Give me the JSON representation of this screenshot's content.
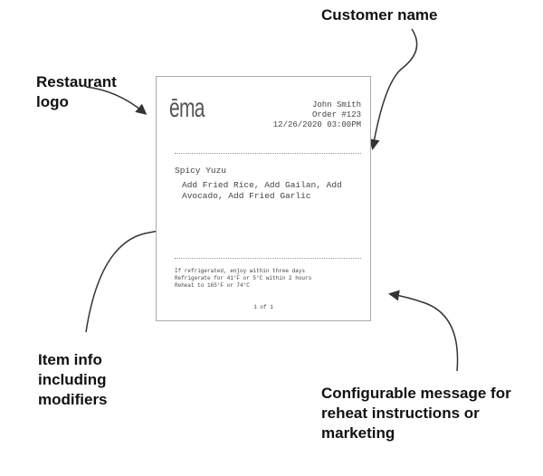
{
  "annotations": {
    "logo": "Restaurant logo",
    "customer": "Customer name",
    "item": "Item info including modifiers",
    "message": "Configurable message for reheat instructions or marketing"
  },
  "receipt": {
    "logo_text": "ēma",
    "customer_name": "John Smith",
    "order": "Order #123",
    "datetime": "12/26/2020 03:00PM",
    "item_name": "Spicy Yuzu",
    "modifiers": "Add Fried Rice, Add Gailan, Add Avocado, Add Fried Garlic",
    "message_lines": [
      "If refrigerated, enjoy within three days",
      "Refrigerate for 41°F or 5°C within 2 hours",
      "Reheat to 165°F or 74°C"
    ],
    "page": "1 of 1"
  }
}
